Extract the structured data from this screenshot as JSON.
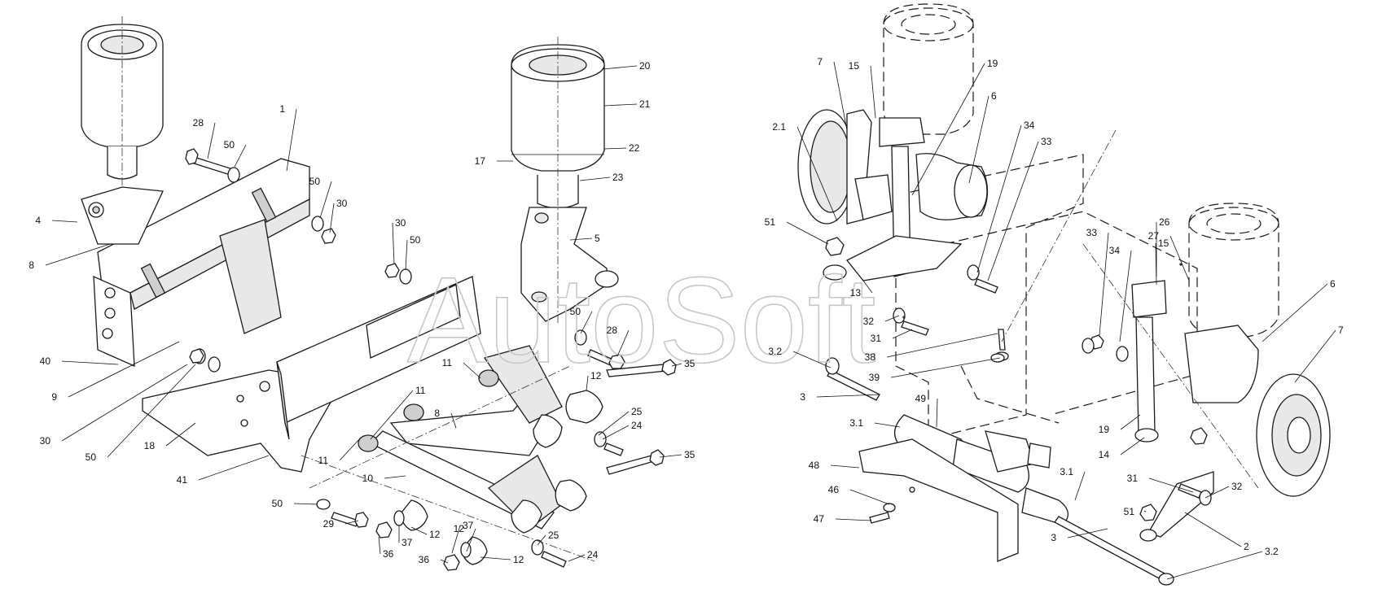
{
  "watermark": "AutoSoft",
  "callouts_left": [
    "1",
    "4",
    "8",
    "9",
    "40",
    "30",
    "50",
    "18",
    "41",
    "28",
    "50",
    "50",
    "30",
    "30",
    "50",
    "20",
    "21",
    "22",
    "17",
    "23",
    "5",
    "50",
    "28",
    "11",
    "11",
    "8",
    "12",
    "25",
    "24",
    "35",
    "35",
    "10",
    "11",
    "12",
    "50",
    "29",
    "36",
    "37",
    "12",
    "37",
    "25",
    "36",
    "12",
    "24"
  ],
  "callouts_right": [
    "7",
    "15",
    "19",
    "6",
    "34",
    "33",
    "2.1",
    "51",
    "13",
    "32",
    "31",
    "38",
    "39",
    "3.2",
    "3",
    "3.1",
    "49",
    "48",
    "46",
    "47",
    "3.1",
    "3",
    "3.2",
    "26",
    "27",
    "15",
    "33",
    "34",
    "6",
    "7",
    "19",
    "14",
    "31",
    "32",
    "51",
    "2"
  ]
}
